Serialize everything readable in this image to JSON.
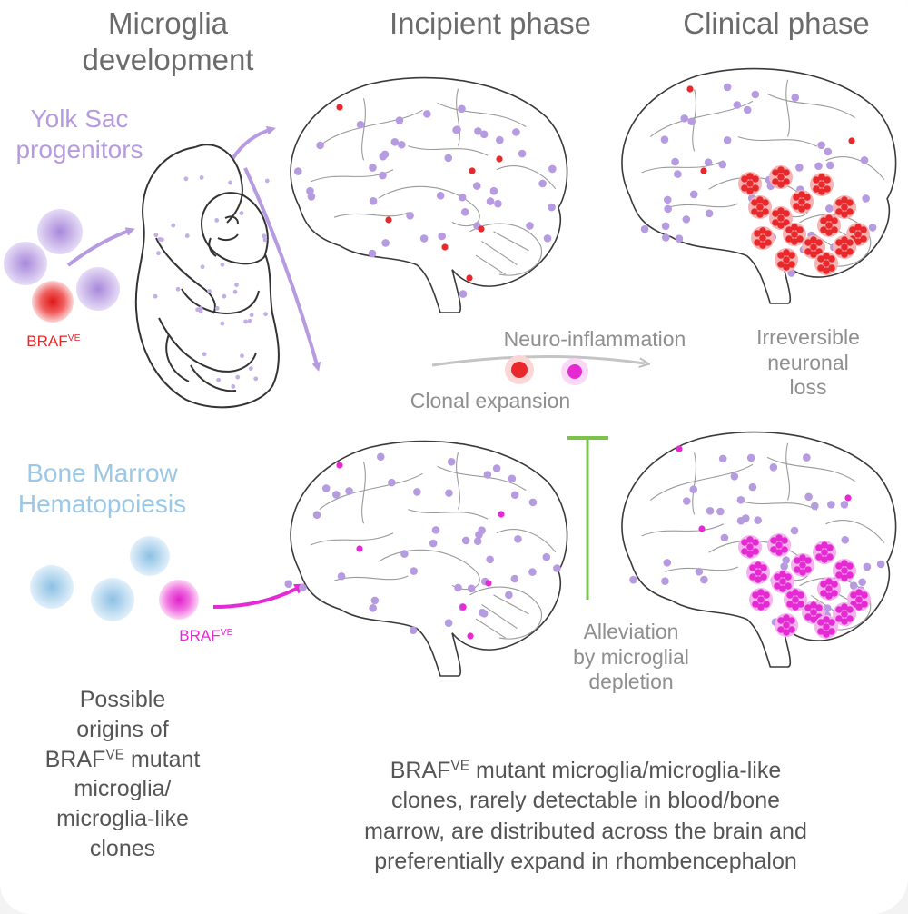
{
  "colors": {
    "yolk": "#b79be0",
    "marrow": "#9ac8e6",
    "mutant_red": "#e8282a",
    "mutant_magenta": "#e62ad3",
    "inhibitor": "#7cc34c",
    "text_grey": "#8f8f8f"
  },
  "headers": {
    "development": "Microglia\ndevelopment",
    "incipient": "Incipient phase",
    "clinical": "Clinical phase"
  },
  "origins": {
    "yolk_sac": "Yolk Sac\nprogenitors",
    "bone_marrow": "Bone Marrow\nHematopoiesis",
    "braf_red": {
      "base": "BRAF",
      "sup": "VE"
    },
    "braf_magenta": {
      "base": "BRAF",
      "sup": "VE"
    },
    "possible_origins": {
      "l1": "Possible",
      "l2": "origins of",
      "l3_base": "BRAF",
      "l3_sup": "VE",
      "l3_rest": " mutant",
      "l4": "microglia/",
      "l5": "microglia-like",
      "l6": "clones"
    }
  },
  "middle": {
    "neuro_inflammation": "Neuro-inflammation",
    "clonal_expansion": "Clonal expansion",
    "irreversible": "Irreversible\nneuronal\nloss",
    "alleviation": "Alleviation\nby microglial\ndepletion"
  },
  "summary": {
    "base": "BRAF",
    "sup": "VE",
    "rest": " mutant microglia/microglia-like",
    "l2": "clones, rarely detectable in blood/bone",
    "l3": "marrow, are distributed across the brain and",
    "l4": "preferentially expand in rhombencephalon"
  }
}
